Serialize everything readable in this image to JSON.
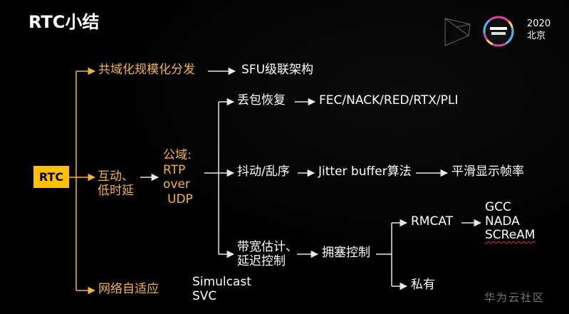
{
  "slide": {
    "title": "RTC小结",
    "root": "RTC",
    "branches": {
      "global": "共域化规模化分发",
      "global_result": "SFU级联架构",
      "interactive_line1": "互动、",
      "interactive_line2": "低时延",
      "adaptive": "网络自适应",
      "adaptive_result_1": "Simulcast",
      "adaptive_result_2": "SVC"
    },
    "public_domain": {
      "line1": "公域:",
      "line2": "RTP",
      "line3": "over",
      "line4": "UDP"
    },
    "sub_branches": {
      "loss": "丢包恢复",
      "loss_result": "FEC/NACK/RED/RTX/PLI",
      "jitter": "抖动/乱序",
      "jitter_algo": "Jitter buffer算法",
      "jitter_result": "平滑显示帧率",
      "bw_line1": "带宽估计、",
      "bw_line2": "延迟控制",
      "congestion": "拥塞控制",
      "rmcat": "RMCAT",
      "private": "私有",
      "gcc": "GCC",
      "nada": "NADA",
      "scream": "SCReAM"
    },
    "logo": {
      "year": "2020",
      "city": "北京"
    },
    "watermark": "华为云社区"
  },
  "colors": {
    "background": "#000000",
    "accent": "#ffc000",
    "branch_text": "#f6b531",
    "leaf_text": "#ffffff",
    "connector": "#e8e8e8"
  }
}
